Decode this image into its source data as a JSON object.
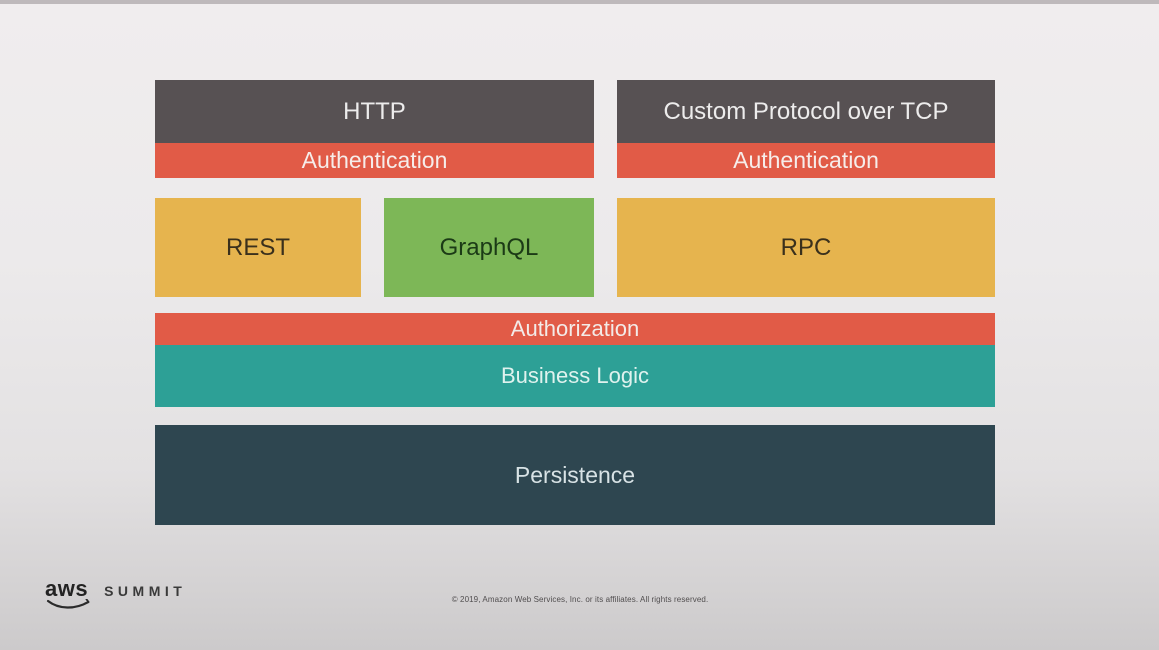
{
  "slide": {
    "protocols": {
      "left": {
        "title": "HTTP",
        "auth": "Authentication"
      },
      "right": {
        "title": "Custom Protocol over TCP",
        "auth": "Authentication"
      }
    },
    "api_styles": {
      "rest": "REST",
      "graphql": "GraphQL",
      "rpc": "RPC"
    },
    "layers": {
      "authorization": "Authorization",
      "business_logic": "Business Logic",
      "persistence": "Persistence"
    }
  },
  "footer": {
    "brand": "aws",
    "event": "SUMMIT",
    "copyright": "© 2019, Amazon Web Services, Inc. or its affiliates. All rights reserved."
  },
  "colors": {
    "protocol_header": "#575153",
    "authentication": "#E15B47",
    "rest_rpc": "#E6B44E",
    "graphql": "#7DB757",
    "authorization": "#E15B47",
    "business_logic": "#2DA096",
    "persistence": "#2E4650"
  }
}
